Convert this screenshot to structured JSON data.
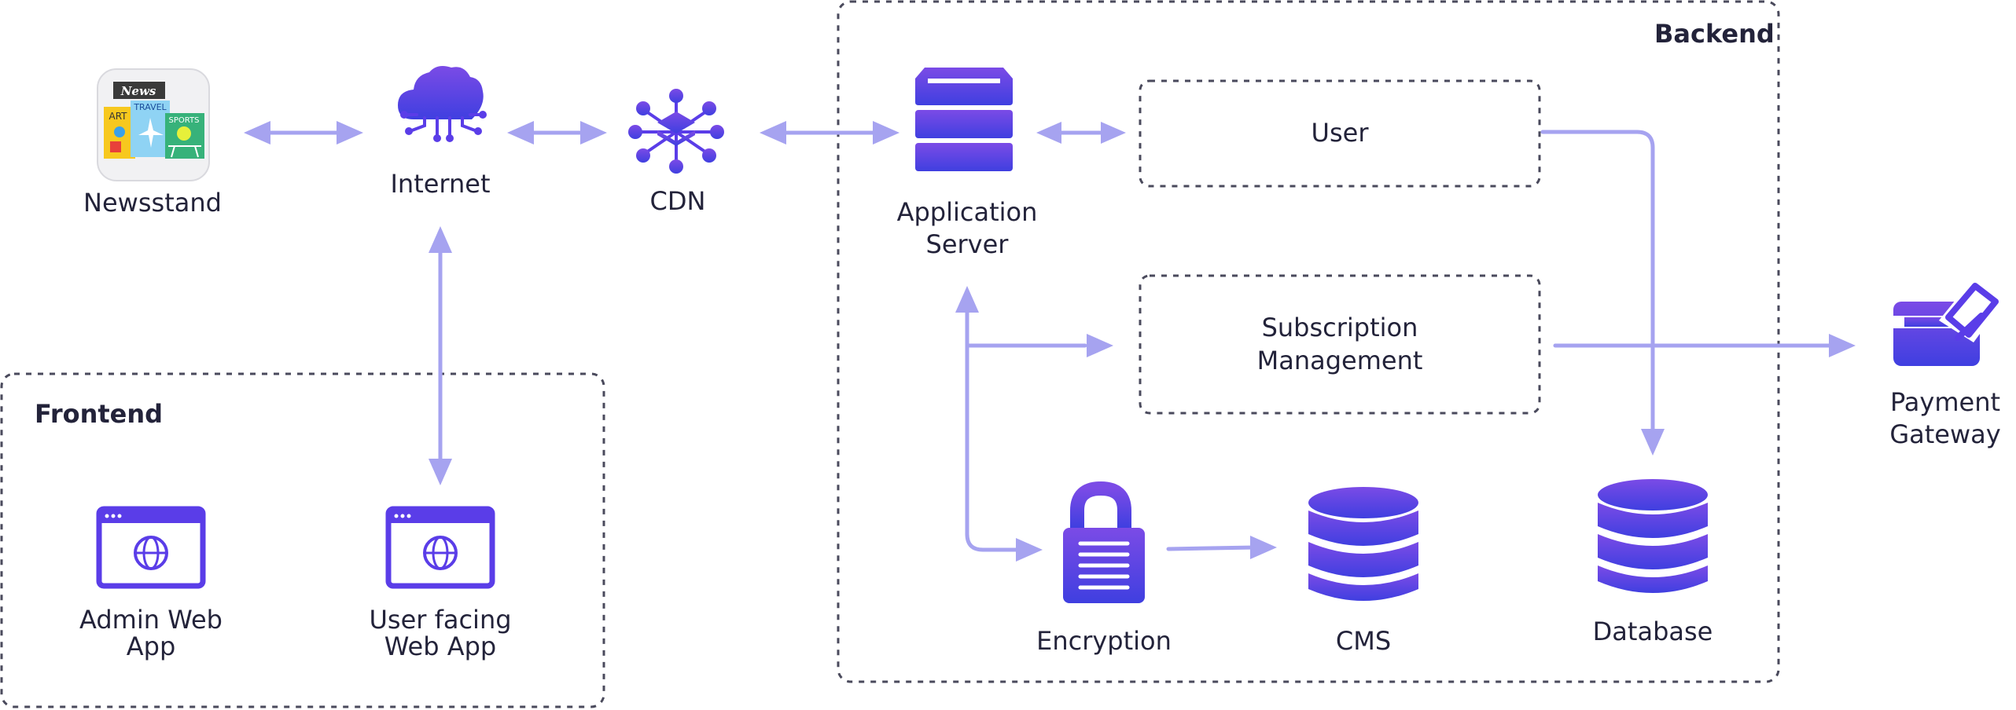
{
  "groups": {
    "backend": "Backend",
    "frontend": "Frontend"
  },
  "nodes": {
    "newsstand": {
      "label": "Newsstand",
      "icon": "newsstand-app-icon"
    },
    "internet": {
      "label": "Internet",
      "icon": "cloud-network-icon"
    },
    "cdn": {
      "label": "CDN",
      "icon": "cdn-network-icon"
    },
    "app_server": {
      "label_line1": "Application",
      "label_line2": "Server",
      "icon": "server-stack-icon"
    },
    "user": {
      "label": "User"
    },
    "subscription": {
      "label_line1": "Subscription",
      "label_line2": "Management"
    },
    "payment": {
      "label_line1": "Payment",
      "label_line2": "Gateway",
      "icon": "credit-card-icon"
    },
    "encryption": {
      "label": "Encryption",
      "icon": "padlock-icon"
    },
    "cms": {
      "label": "CMS",
      "icon": "database-icon"
    },
    "database": {
      "label": "Database",
      "icon": "database-icon"
    },
    "admin_app": {
      "label_line1": "Admin Web",
      "label_line2": "App",
      "icon": "browser-globe-icon"
    },
    "user_app": {
      "label_line1": "User facing",
      "label_line2": "Web App",
      "icon": "browser-globe-icon"
    }
  },
  "newsstand_badges": {
    "news": "News",
    "travel": "TRAVEL",
    "art": "ART",
    "sports": "SPORTS"
  },
  "colors": {
    "arrow": "#a6a3f0",
    "icon_primary": "#5a3de8",
    "icon_gradient_top": "#7b4be6",
    "icon_gradient_bottom": "#3f3fe0",
    "dash_border": "#4a4a5c",
    "text": "#23233a"
  }
}
